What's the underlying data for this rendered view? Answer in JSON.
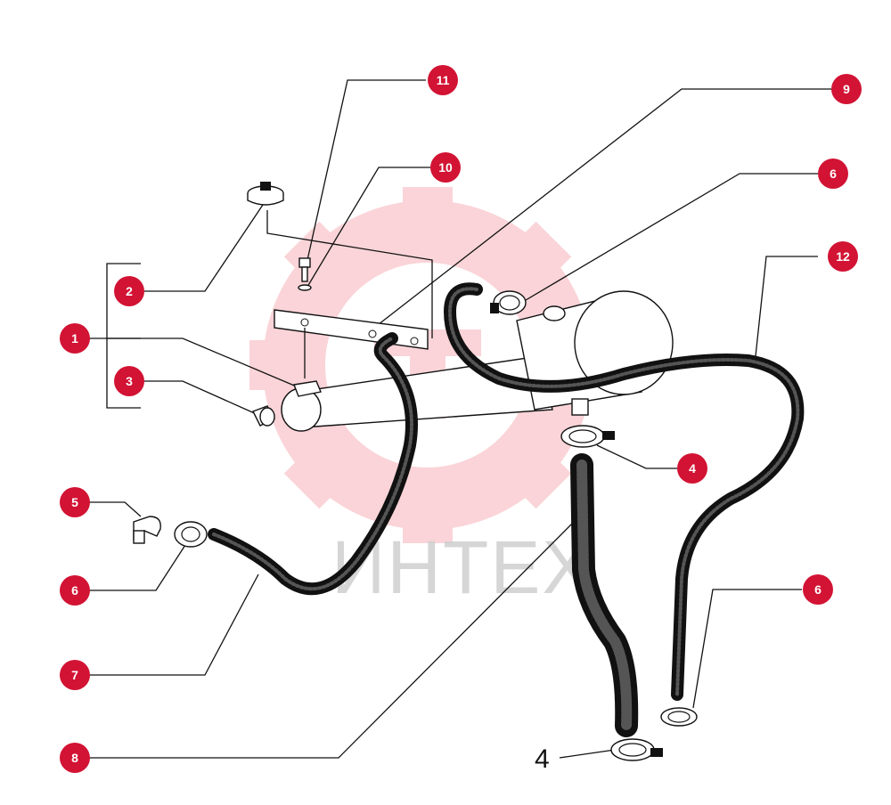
{
  "watermark": {
    "text": "ИНТЕХ",
    "logo": "gear-logo",
    "color": "#e6192b"
  },
  "callout_color": "#d21334",
  "callouts": [
    {
      "id": "c1",
      "label": "1"
    },
    {
      "id": "c2",
      "label": "2"
    },
    {
      "id": "c3",
      "label": "3"
    },
    {
      "id": "c4a",
      "label": "4"
    },
    {
      "id": "c5",
      "label": "5"
    },
    {
      "id": "c6a",
      "label": "6"
    },
    {
      "id": "c6b",
      "label": "6"
    },
    {
      "id": "c6c",
      "label": "6"
    },
    {
      "id": "c7",
      "label": "7"
    },
    {
      "id": "c8",
      "label": "8"
    },
    {
      "id": "c9",
      "label": "9"
    },
    {
      "id": "c10",
      "label": "10"
    },
    {
      "id": "c11",
      "label": "11"
    },
    {
      "id": "c12",
      "label": "12"
    }
  ],
  "plain_label": "4"
}
